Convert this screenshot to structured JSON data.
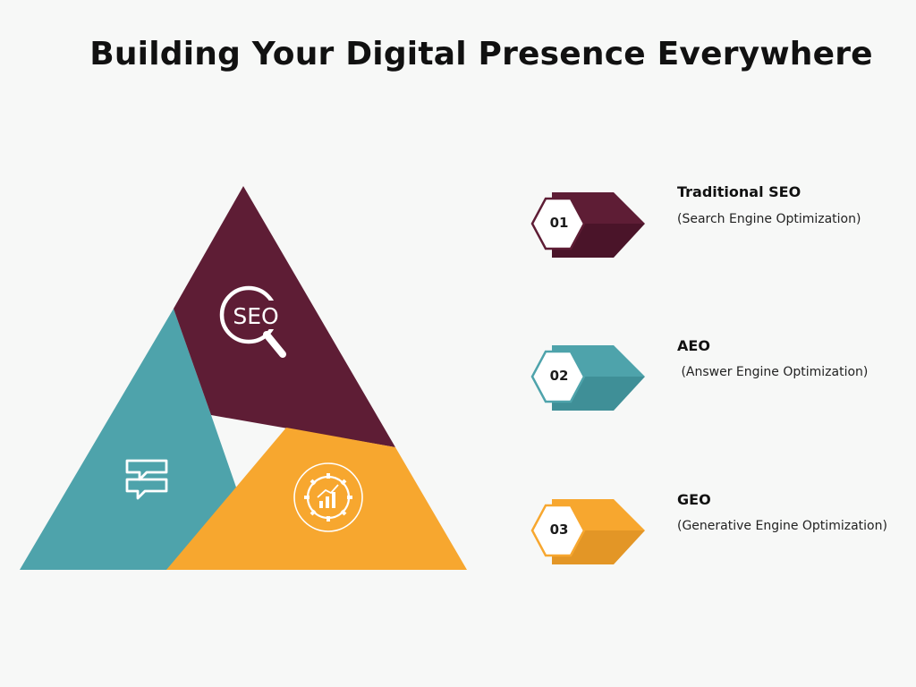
{
  "title": "Building Your Digital Presence Everywhere",
  "colors": {
    "seo": "#5e1d35",
    "aeo": "#4ea3ab",
    "geo": "#f7a72f",
    "background": "#f7f8f7"
  },
  "pyramid": {
    "top_icon": "seo-magnifier-icon",
    "top_icon_text": "SEO",
    "left_icon": "chat-bubbles-icon",
    "right_icon": "gear-chart-icon"
  },
  "items": [
    {
      "number": "01",
      "title": "Traditional SEO",
      "subtitle": "(Search Engine Optimization)"
    },
    {
      "number": "02",
      "title": "AEO",
      "subtitle": " (Answer Engine Optimization)"
    },
    {
      "number": "03",
      "title": "GEO",
      "subtitle": "(Generative Engine Optimization)"
    }
  ]
}
